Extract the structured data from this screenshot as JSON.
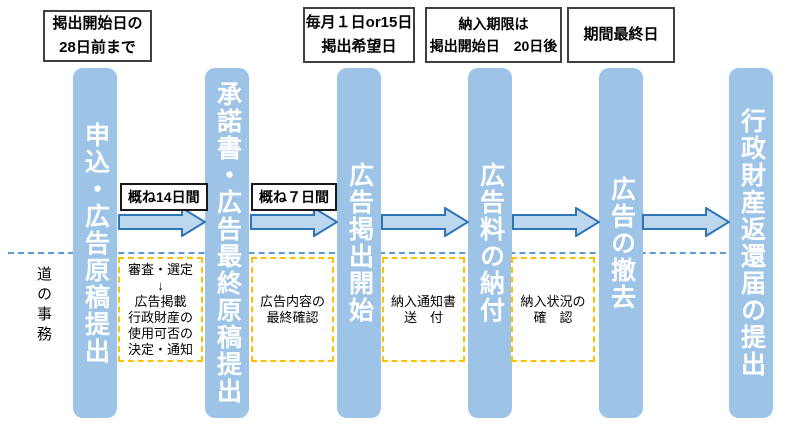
{
  "colors": {
    "bar_fill": "#9DC3E6",
    "bar_text": "#FFFFFF",
    "arrow_fill": "#BDD7EE",
    "arrow_stroke": "#2E75B6",
    "timeline_dash": "#5B9BD5",
    "task_border_dash": "#FFC000",
    "note_border": "#404040"
  },
  "side_label": "道の事務",
  "top_boxes": [
    {
      "lines": [
        "掲出開始日の",
        "28日前まで"
      ]
    },
    {
      "lines": [
        "毎月１日or15日",
        "掲出希望日"
      ]
    },
    {
      "lines": [
        "納入期限は",
        "掲出開始日　20日後"
      ]
    },
    {
      "lines": [
        "期間最終日"
      ]
    }
  ],
  "stages": [
    {
      "label": "申込・広告原稿提出"
    },
    {
      "label": "承諾書・広告最終原稿提出"
    },
    {
      "label": "広告掲出開始"
    },
    {
      "label": "広告料の納付"
    },
    {
      "label": "広告の撤去"
    },
    {
      "label": "行政財産返還届の提出"
    }
  ],
  "arrow_labels": [
    {
      "label": "概ね14日間"
    },
    {
      "label": "概ね７日間"
    }
  ],
  "tasks": [
    {
      "lines": [
        "審査・選定",
        "↓",
        "広告掲載",
        "行政財産の",
        "使用可否の",
        "決定・通知"
      ]
    },
    {
      "lines": [
        "広告内容の",
        "最終確認"
      ]
    },
    {
      "lines": [
        "納入通知書",
        "送　付"
      ]
    },
    {
      "lines": [
        "納入状況の",
        "確　認"
      ]
    }
  ]
}
